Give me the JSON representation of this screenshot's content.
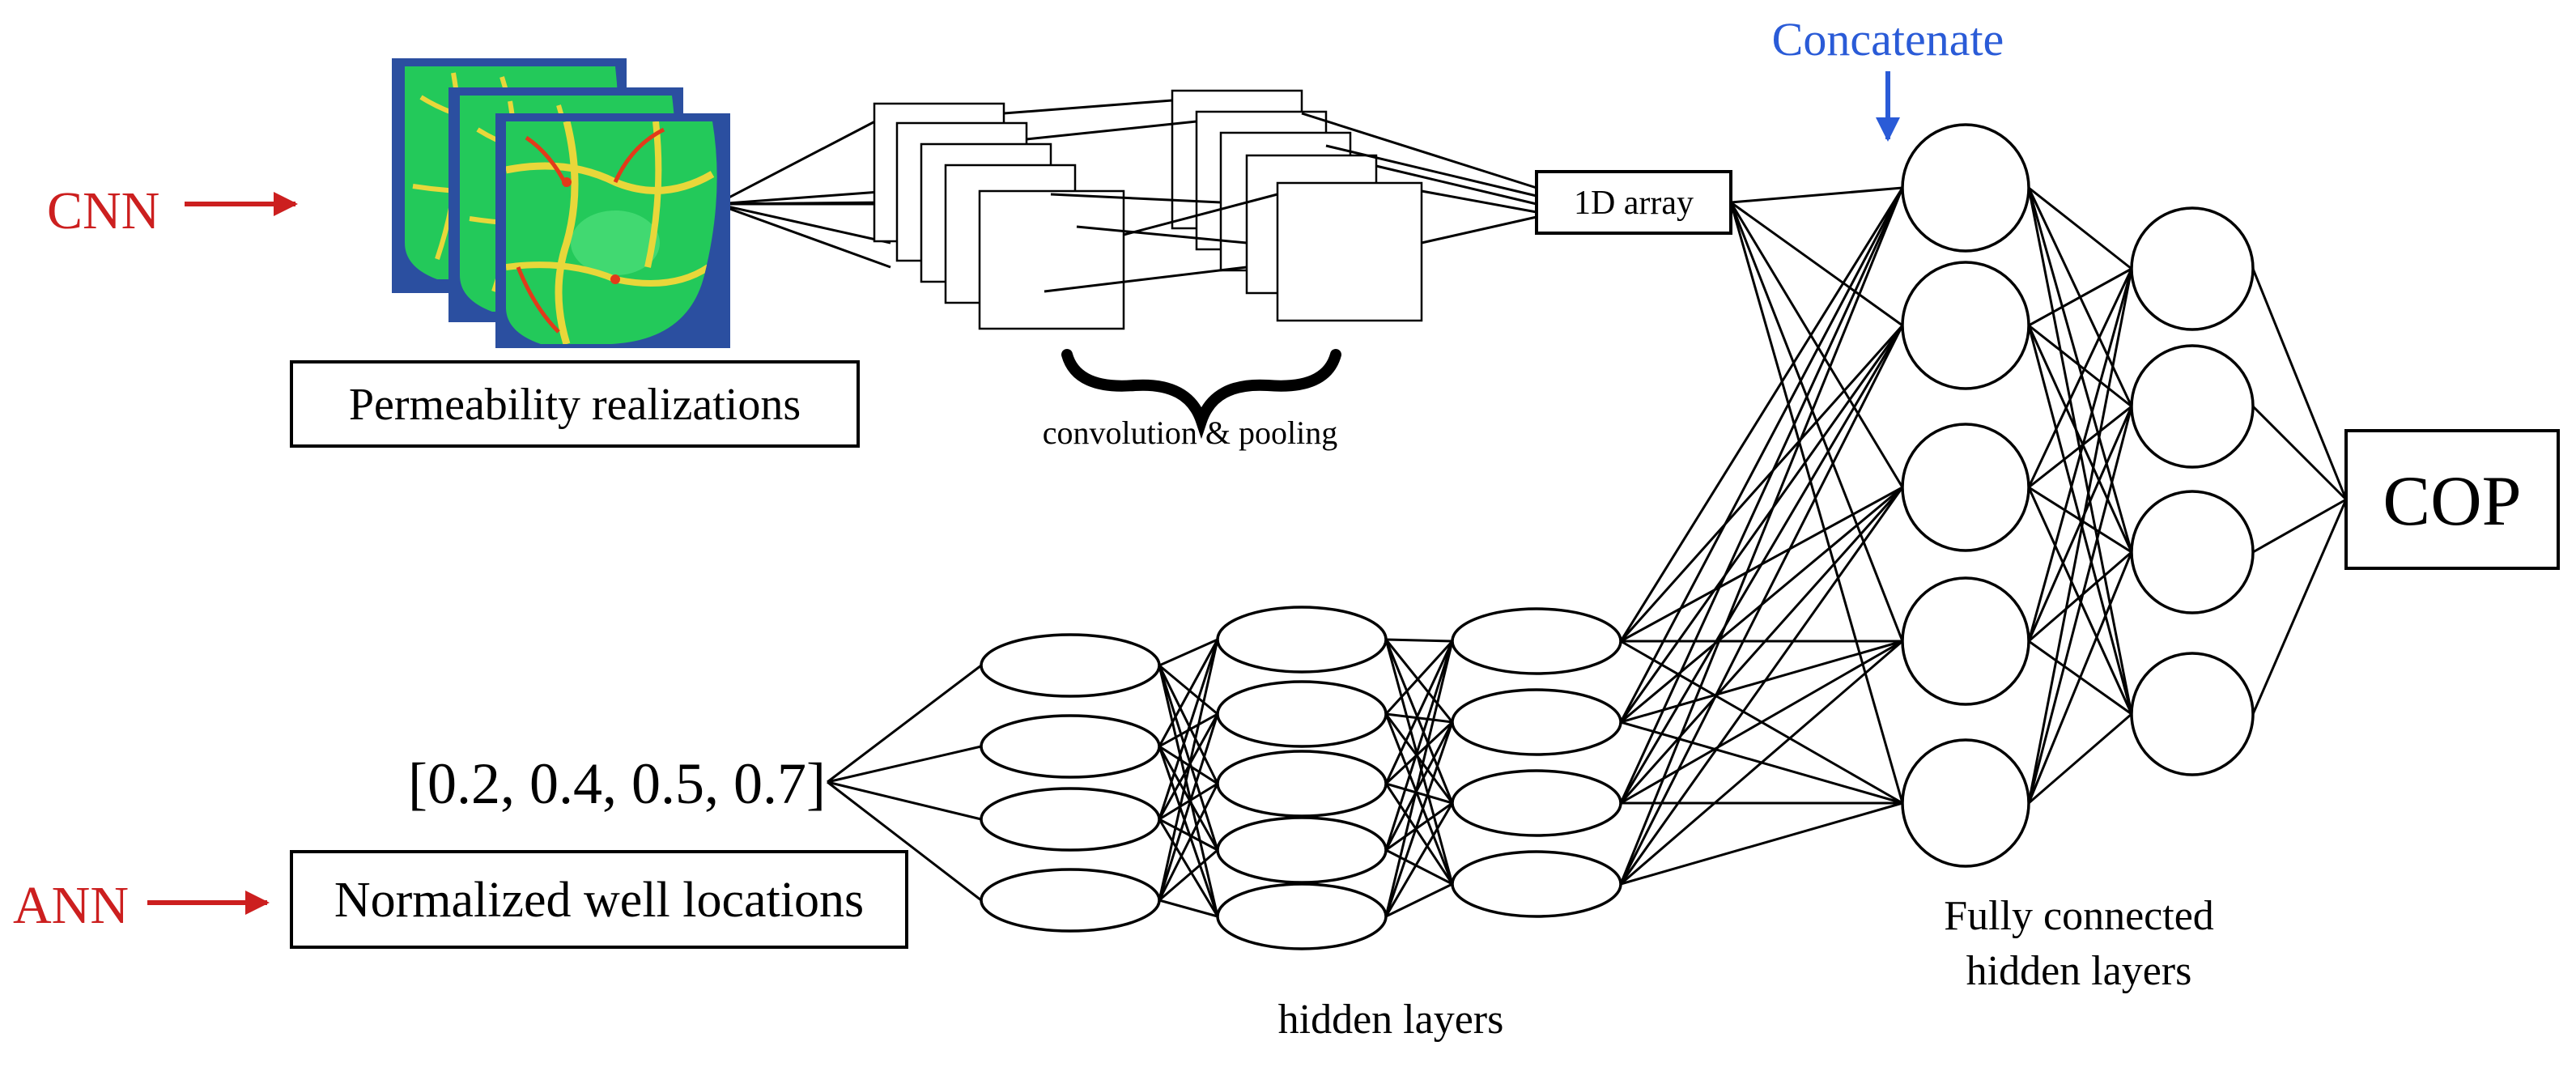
{
  "labels": {
    "cnn": "CNN",
    "ann": "ANN",
    "concatenate": "Concatenate",
    "permeability": "Permeability realizations",
    "conv_pooling": "convolution & pooling",
    "array_1d": "1D array",
    "input_vector": "[0.2, 0.4, 0.5, 0.7]",
    "normalized_wells": "Normalized well locations",
    "hidden_layers": "hidden layers",
    "fully_connected_line1": "Fully connected",
    "fully_connected_line2": "hidden layers",
    "output": "COP"
  },
  "colors": {
    "cnn_ann_red": "#cc1f1f",
    "concatenate_blue": "#2a5bd7",
    "map_border": "#2b4fa0",
    "map_fill": "#23c95a",
    "map_veins": "#e8d73a",
    "map_hot": "#e23a1a"
  },
  "icons": {
    "brace": "curly-brace-icon",
    "arrow": "arrow-right-icon"
  }
}
